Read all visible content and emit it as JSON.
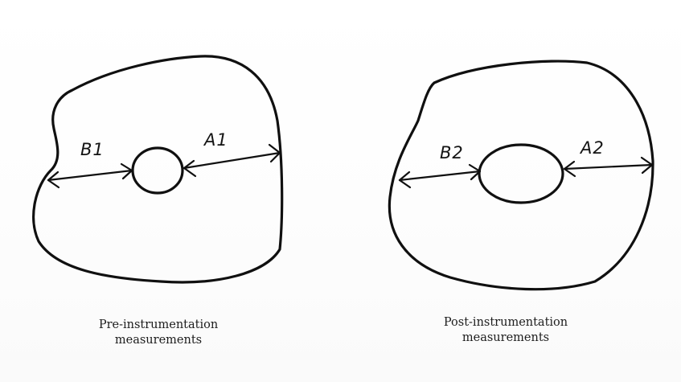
{
  "left_figure": {
    "label_a": "A1",
    "label_b": "B1",
    "caption_line1": "Pre-instrumentation",
    "caption_line2": "measurements"
  },
  "right_figure": {
    "label_a": "A2",
    "label_b": "B2",
    "caption_line1": "Post-instrumentation",
    "caption_line2": "measurements"
  }
}
